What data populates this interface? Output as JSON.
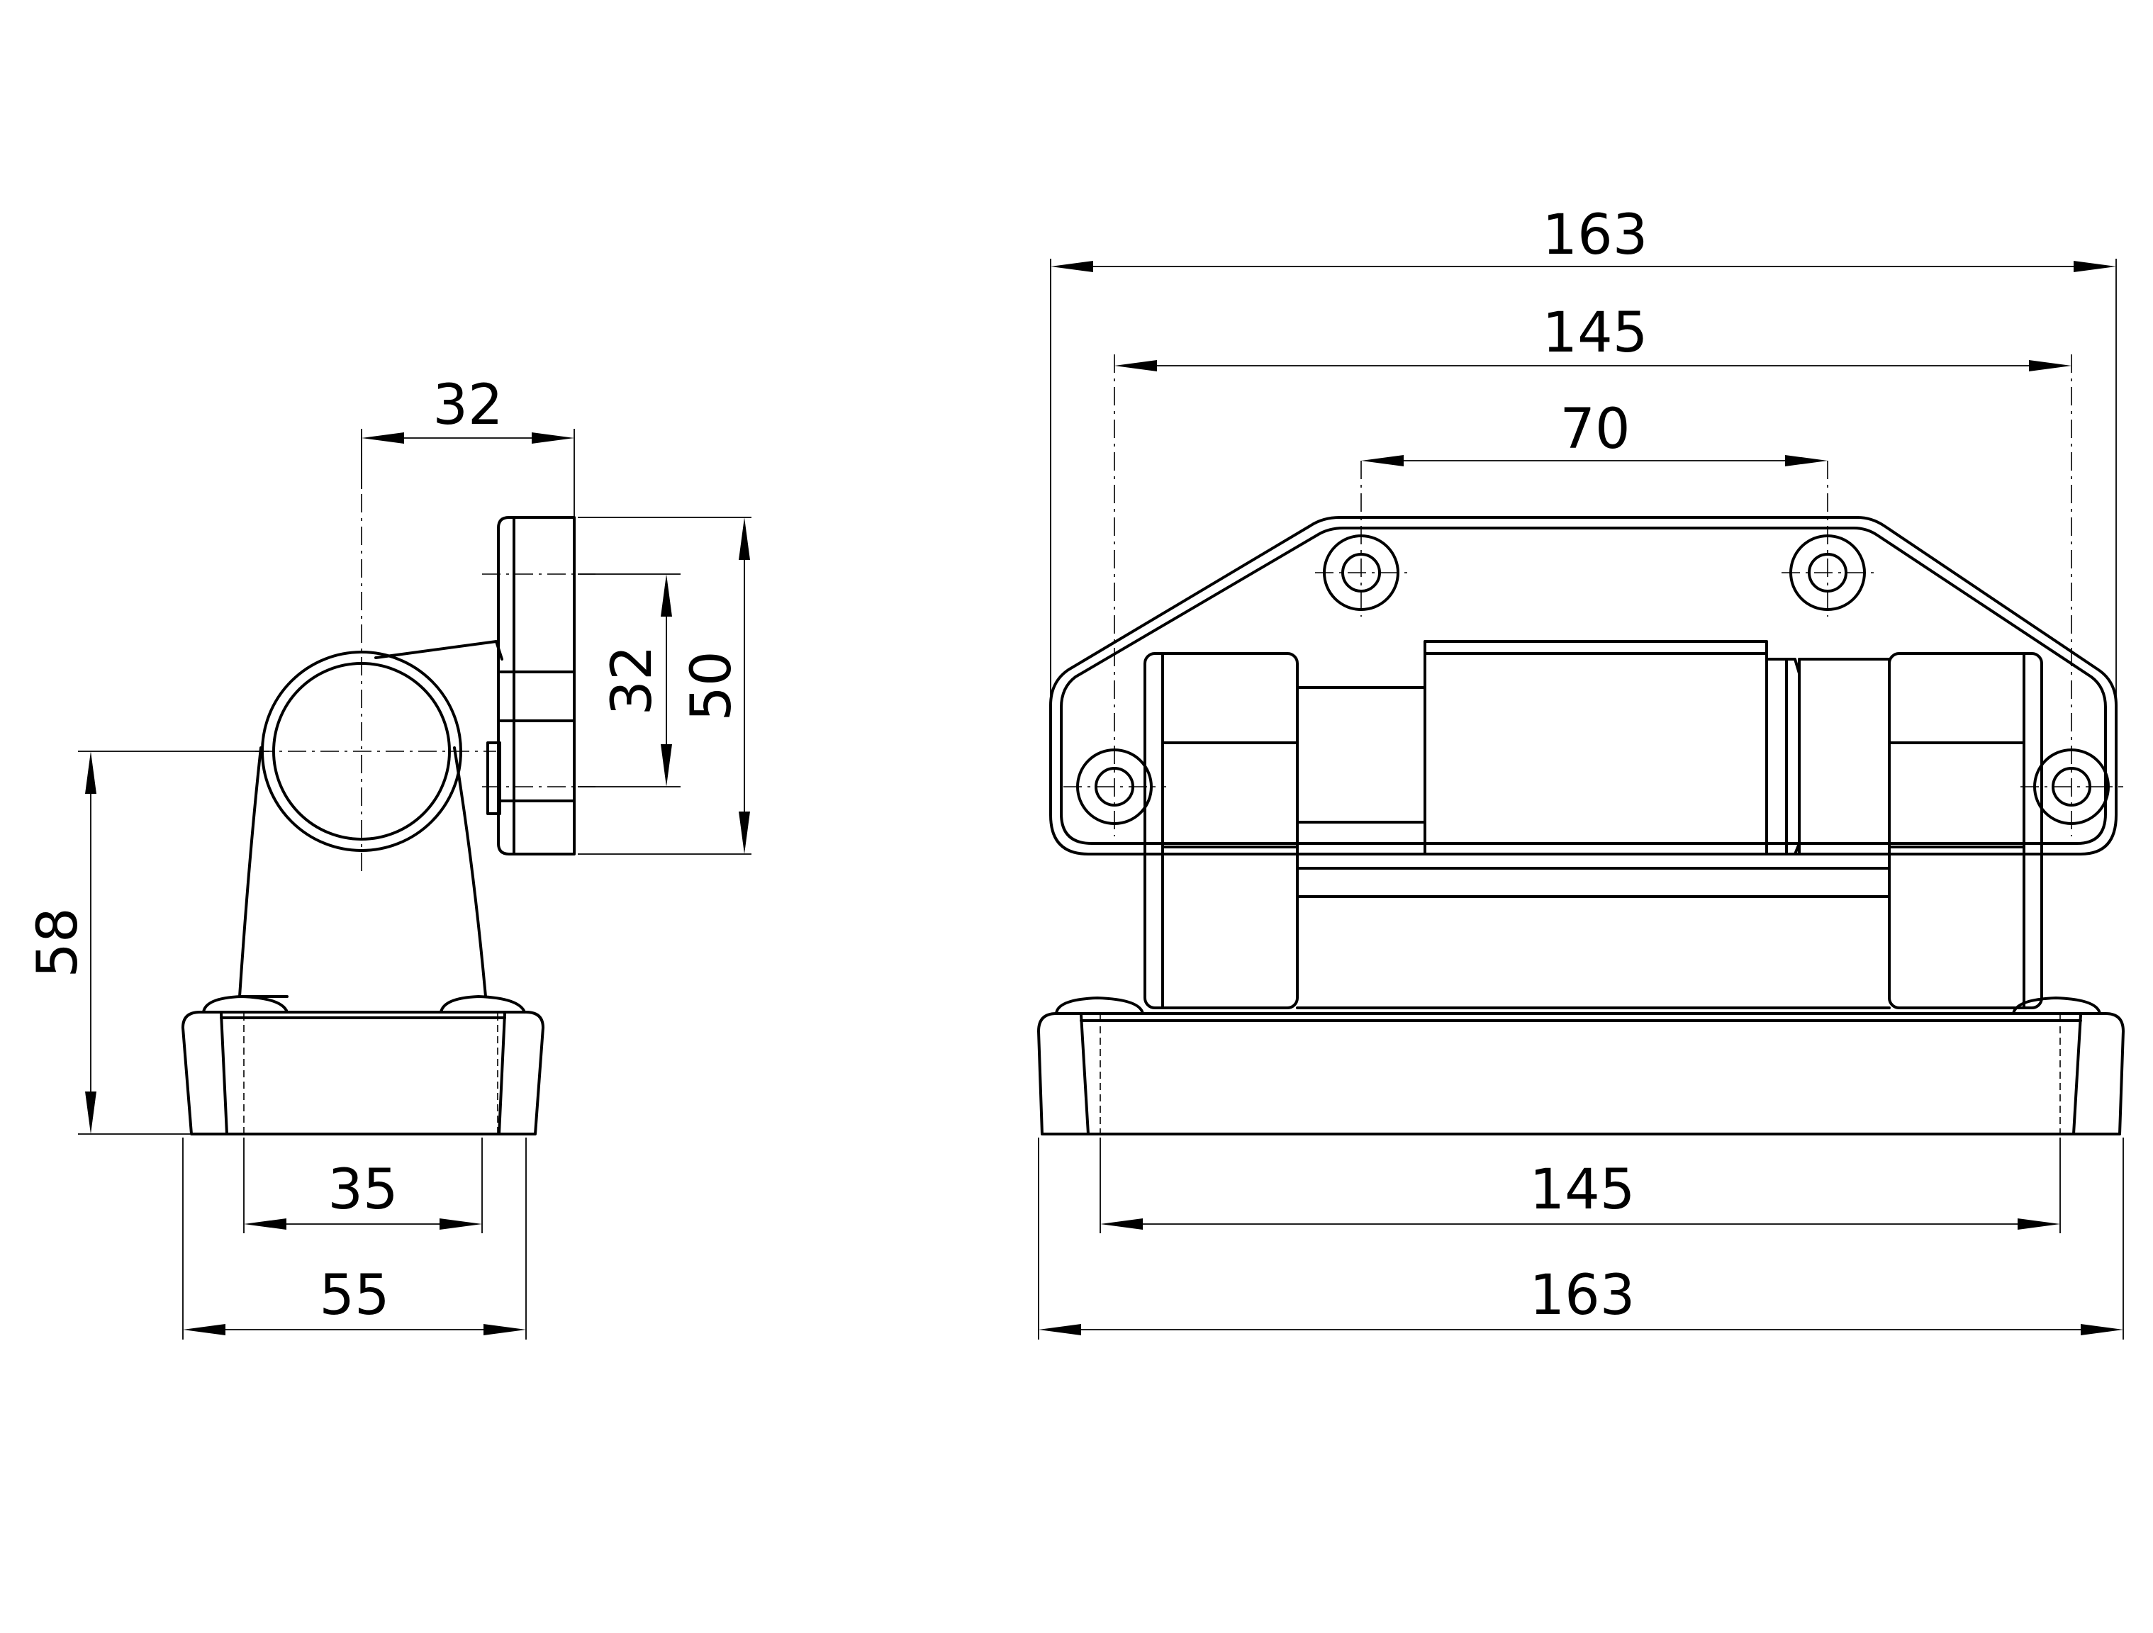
{
  "side_view": {
    "dim_top_width": "32",
    "dim_plate_holes": "32",
    "dim_plate_height": "50",
    "dim_axis_height": "58",
    "dim_base_holes": "35",
    "dim_base_width": "55"
  },
  "front_view": {
    "dim_plate_overall": "163",
    "dim_plate_hole_pitch": "145",
    "dim_inner_hole_pitch": "70",
    "dim_base_hole_pitch": "145",
    "dim_base_overall": "163"
  }
}
